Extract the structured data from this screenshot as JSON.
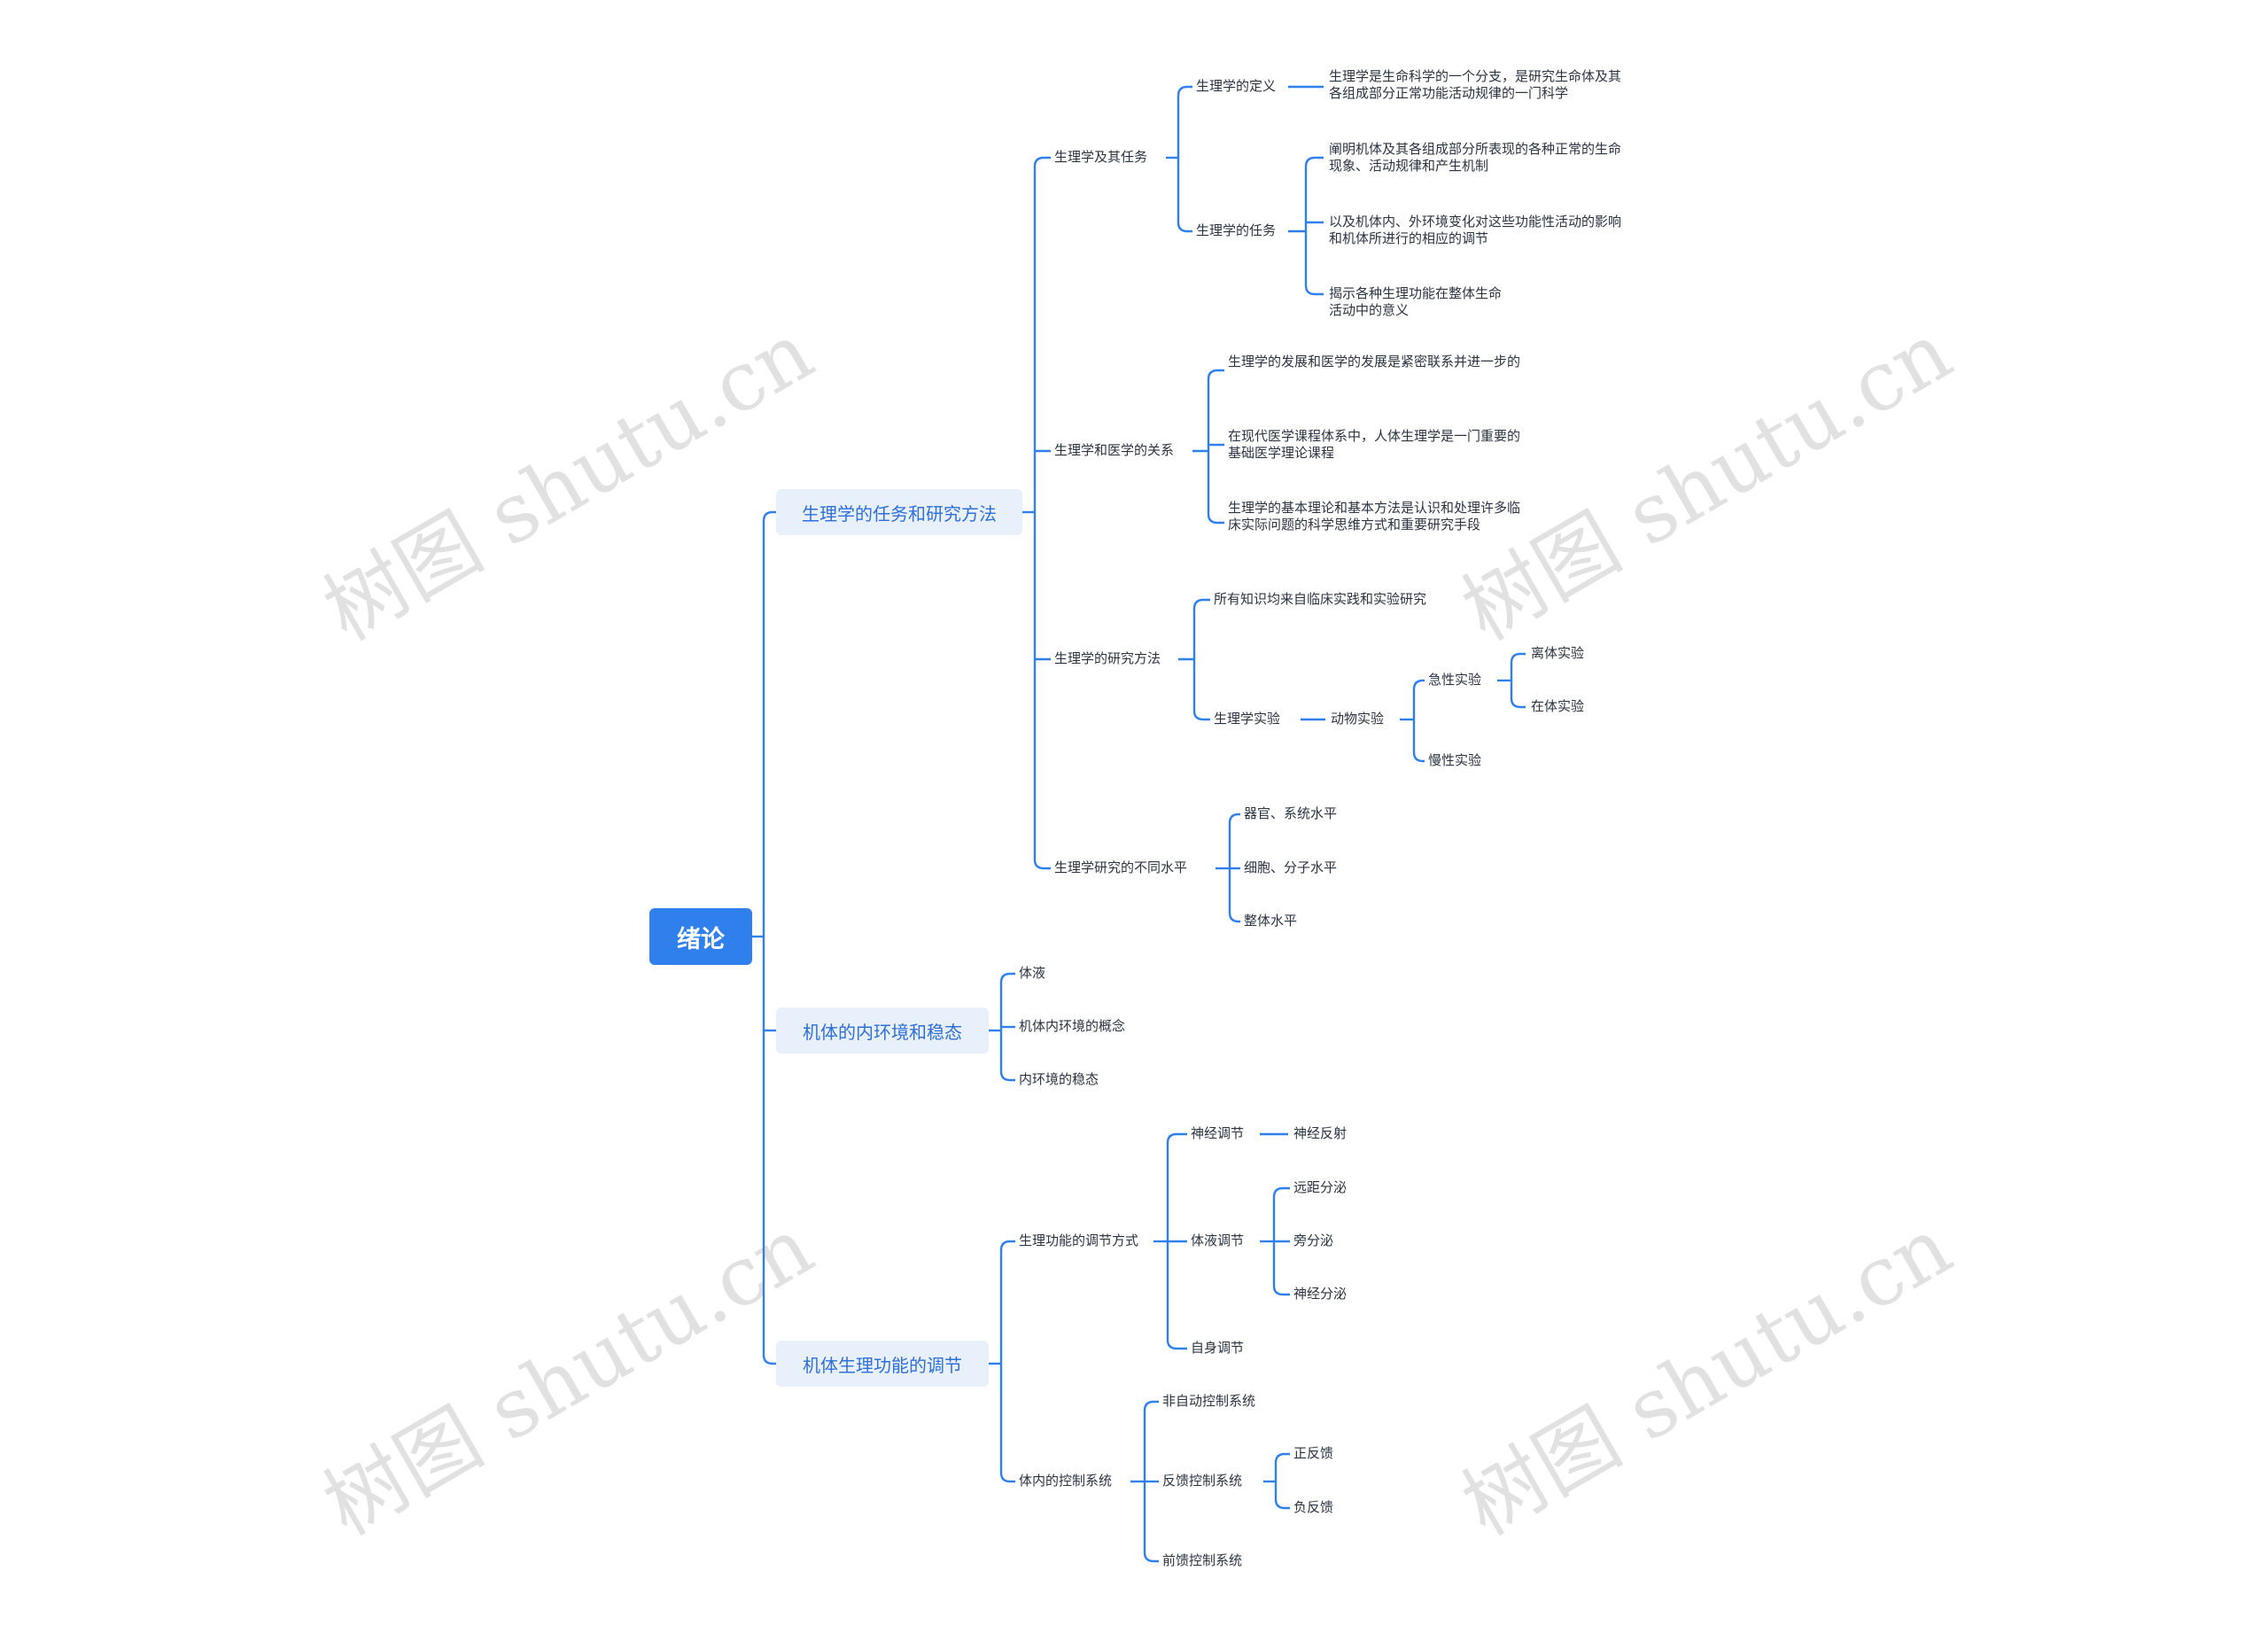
{
  "root": "绪论",
  "branches": {
    "b1": "生理学的任务和研究方法",
    "b2": "机体的内环境和稳态",
    "b3": "机体生理功能的调节"
  },
  "b1": {
    "task": "生理学及其任务",
    "definition": "生理学的定义",
    "definition_text": "生理学是生命科学的一个分支，是研究生命体及其各组成部分正常功能活动规律的一门科学",
    "tasks": "生理学的任务",
    "task_items": [
      "阐明机体及其各组成部分所表现的各种正常的生命现象、活动规律和产生机制",
      "以及机体内、外环境变化对这些功能性活动的影响和机体所进行的相应的调节",
      "揭示各种生理功能在整体生命活动中的意义"
    ],
    "relation": "生理学和医学的关系",
    "relation_items": [
      "生理学的发展和医学的发展是紧密联系并进一步的",
      "在现代医学课程体系中，人体生理学是一门重要的基础医学理论课程",
      "生理学的基本理论和基本方法是认识和处理许多临床实际问题的科学思维方式和重要研究手段"
    ],
    "methods": "生理学的研究方法",
    "methods_note": "所有知识均来自临床实践和实验研究",
    "experiment": "生理学实验",
    "animal": "动物实验",
    "acute": "急性实验",
    "in_vitro": "离体实验",
    "in_vivo": "在体实验",
    "chronic": "慢性实验",
    "levels": "生理学研究的不同水平",
    "level_items": [
      "器官、系统水平",
      "细胞、分子水平",
      "整体水平"
    ]
  },
  "b2": {
    "items": [
      "体液",
      "机体内环境的概念",
      "内环境的稳态"
    ]
  },
  "b3": {
    "modes": "生理功能的调节方式",
    "neural": "神经调节",
    "reflex": "神经反射",
    "humoral": "体液调节",
    "humoral_items": [
      "远距分泌",
      "旁分泌",
      "神经分泌"
    ],
    "auto": "自身调节",
    "control": "体内的控制系统",
    "nonauto": "非自动控制系统",
    "feedback": "反馈控制系统",
    "fb_items": [
      "正反馈",
      "负反馈"
    ],
    "feedforward": "前馈控制系统"
  },
  "watermark": "树图 shutu.cn",
  "colors": {
    "line": "#2f80ed",
    "root": "#2f80ed",
    "branch_bg": "#e8f0fc"
  }
}
